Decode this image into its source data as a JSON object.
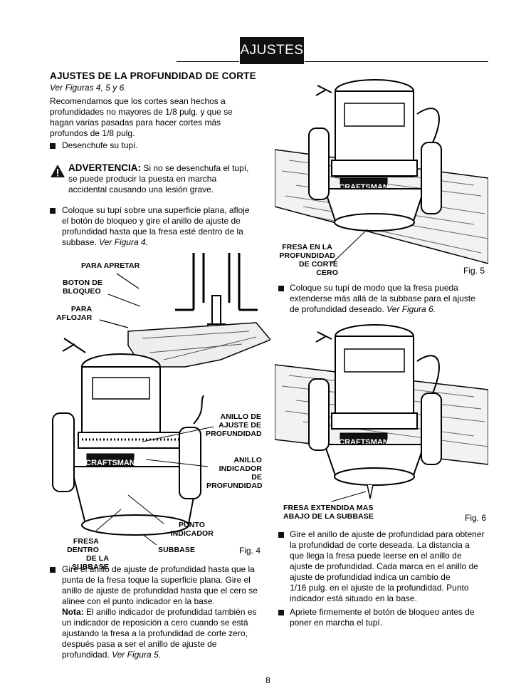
{
  "header": {
    "banner": "AJUSTES"
  },
  "section": {
    "title": "AJUSTES DE LA PROFUNDIDAD DE CORTE",
    "ref": "Ver Figuras 4, 5 y 6.",
    "intro": [
      "Recomendamos que los cortes sean hechos a",
      "profundidades no mayores de 1/8 pulg. y que se",
      "hagan varias pasadas para hacer cortes más",
      "profundos de 1/8 pulg."
    ],
    "step1": "Desenchufe su tupí.",
    "warning": {
      "heading": "ADVERTENCIA:",
      "line1": "Si no se desenchufa el tupí,",
      "line2": "se puede producir la puesta en marcha",
      "line3": "accidental causando una lesión grave."
    },
    "step2": [
      "Coloque su tupí sobre una superficie plana, afloje",
      "el botón de bloqueo y gire el anillo de ajuste de",
      "profundidad hasta que la fresa esté dentro de la",
      "subbase."
    ],
    "step2_ref": "Ver Figura 4.",
    "step3": [
      "Gire el anillo de ajuste de profundidad hasta que la",
      "punta de la fresa toque la superficie plana. Gire el",
      "anillo de ajuste de profundidad hasta que el cero se",
      "alinee con el punto indicador en la base."
    ],
    "note_label": "Nota:",
    "note": [
      "El anillo indicador de profundidad también es",
      "un indicador de reposición a cero cuando se está",
      "ajustando la fresa a la profundidad de corte zero,",
      "después pasa a ser el anillo de ajuste de",
      "profundidad."
    ],
    "note_ref": "Ver Figura 5.",
    "step4": [
      "Coloque su tupí de modo que la fresa pueda",
      "extenderse más allá de la subbase para el ajuste",
      "de profundidad deseado."
    ],
    "step4_ref": "Ver Figura 6.",
    "step5": [
      "Gire el anillo de ajuste de profundidad para obtener",
      "la profundidad de corte deseada. La distancia a",
      "que llega la fresa puede leerse en el anillo de",
      "ajuste de profundidad. Cada marca en el anillo de",
      "ajuste de profundidad indica un cambio de",
      "1/16 pulg. en el ajuste de la profundidad. Punto",
      "indicador está situado en la base."
    ],
    "step6": [
      "Apriete firmemente el botón de bloqueo antes de",
      "poner en marcha el tupí."
    ]
  },
  "fig4": {
    "caption": "Fig. 4",
    "para_apretar": "PARA APRETAR",
    "boton1": "BOTON DE",
    "boton2": "BLOQUEO",
    "para_aflojar1": "PARA",
    "para_aflojar2": "AFLOJAR",
    "anillo_ajuste": [
      "ANILLO DE",
      "AJUSTE DE",
      "PROFUNDIDAD"
    ],
    "anillo_indicador": [
      "ANILLO",
      "INDICADOR DE",
      "PROFUNDIDAD"
    ],
    "punto": [
      "PUNTO",
      "INDICADOR"
    ],
    "fresa_dentro": [
      "FRESA DENTRO",
      "DE LA SUBBASE"
    ],
    "subbase": "SUBBASE",
    "brand": "CRAFTSMAN"
  },
  "fig5": {
    "caption": "Fig. 5",
    "label": [
      "FRESA EN LA",
      "PROFUNDIDAD",
      "DE CORTE CERO"
    ],
    "brand": "CRAFTSMAN"
  },
  "fig6": {
    "caption": "Fig. 6",
    "label": [
      "FRESA EXTENDIDA MAS",
      "ABAJO DE LA SUBBASE"
    ],
    "brand": "CRAFTSMAN"
  },
  "footer": {
    "page_number": "8"
  }
}
